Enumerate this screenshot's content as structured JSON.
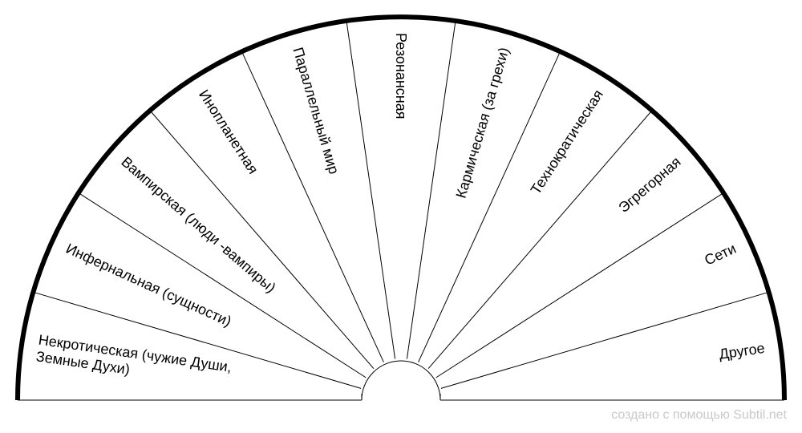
{
  "segments": [
    {
      "lines": [
        "Некротическая (чужие Души,",
        "Земные Духи)"
      ]
    },
    {
      "lines": [
        "Инфернальная (сущности)"
      ]
    },
    {
      "lines": [
        "Вампирская (люди -вампиры)"
      ]
    },
    {
      "lines": [
        "Инопланетная"
      ]
    },
    {
      "lines": [
        "Параллельный мир"
      ]
    },
    {
      "lines": [
        "Резонансная"
      ]
    },
    {
      "lines": [
        "Кармическая (за грехи)"
      ]
    },
    {
      "lines": [
        "Технократическая"
      ]
    },
    {
      "lines": [
        "Эгрегорная"
      ]
    },
    {
      "lines": [
        "Сети"
      ]
    },
    {
      "lines": [
        "Другое"
      ]
    }
  ],
  "colors": {
    "stroke": "#000000",
    "background": "#ffffff",
    "credit": "#c9c9c9"
  },
  "footer": {
    "credit": "создано с помощью Subtil.net"
  }
}
